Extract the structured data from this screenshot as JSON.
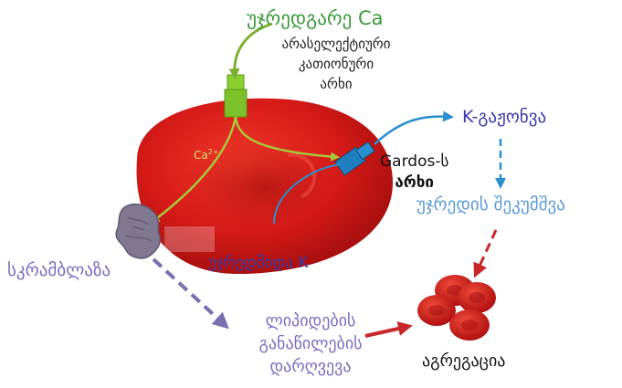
{
  "labels": {
    "ca_external": "უჯრედგარე Ca",
    "channel_line1": "არასელექტიური",
    "channel_line2": "კათიონური",
    "channel_line3": "არხი",
    "ca_internal": "Ca",
    "ca_internal_charge": "2+",
    "gardos_line1": "Gardos-ს",
    "gardos_line2": "არხი",
    "k_efflux": "K-გაჟონვა",
    "cell_shrinkage": "უჯრედის შეკუმშვა",
    "k_inside": "უჯრედშიდა K",
    "scramblase": "სკრამბლაზა",
    "lipid_line1": "ლიპიდების",
    "lipid_line2": "განაწილების",
    "lipid_line3": "დარღვევა",
    "aggregation": "აგრეგაცია"
  },
  "colors": {
    "cell_red": "#d01818",
    "green_channel": "#7cc02a",
    "gardos_blue": "#1f7fc1",
    "arrow_green": "#a8c83a",
    "arrow_blue": "#2a8fd0",
    "arrow_purple": "#7a70b0",
    "arrow_red": "#c8282a"
  }
}
